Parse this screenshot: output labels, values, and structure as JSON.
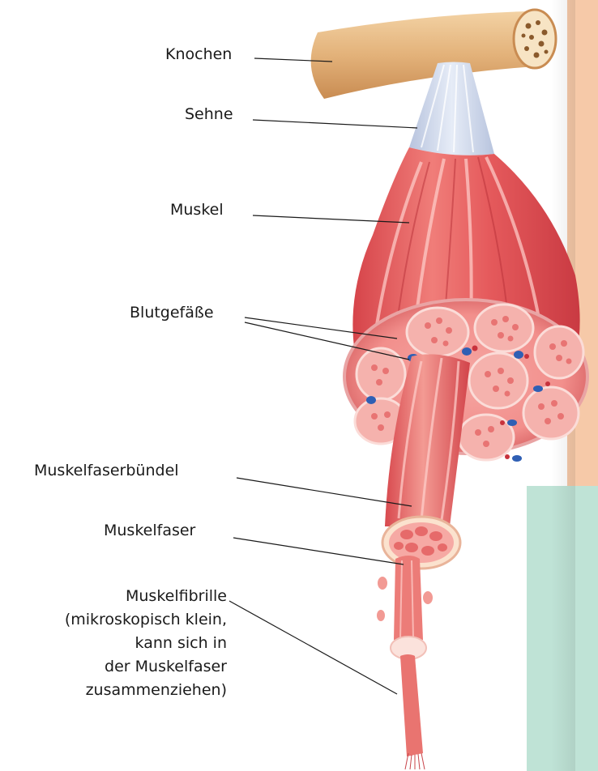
{
  "labels": {
    "knochen": "Knochen",
    "sehne": "Sehne",
    "muskel": "Muskel",
    "blutgefaesse": "Blutgefäße",
    "muskelfaserbuendel": "Muskelfaserbündel",
    "muskelfaser": "Muskelfaser",
    "muskelfibrille": [
      "Muskelfibrille",
      "(mikroskopisch klein,",
      "kann sich in",
      "der Muskelfaser",
      "zusammenziehen)"
    ]
  },
  "colors": {
    "bone": "#e3b27a",
    "tendon": "#c9d3e6",
    "muscle": "#e5565a",
    "muscle_light": "#f49a95",
    "tissue": "#f4bcbc",
    "vessel_blue": "#2f5fb4",
    "vessel_red": "#c8323c",
    "background_peach": "#f6c9a8",
    "background_mint": "#bfe3d6"
  }
}
